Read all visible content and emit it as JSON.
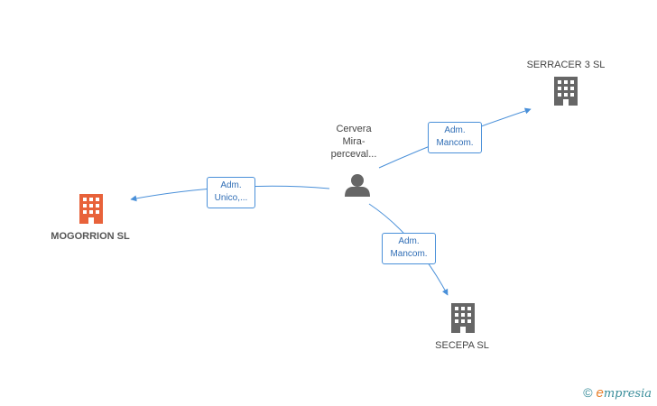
{
  "nodes": {
    "person": {
      "label_line1": "Cervera",
      "label_line2": "Mira-",
      "label_line3": "perceval...",
      "color": "#666666"
    },
    "serracer": {
      "label": "SERRACER 3 SL",
      "color": "#666666"
    },
    "mogorrion": {
      "label": "MOGORRION SL",
      "color": "#e8623a"
    },
    "secepa": {
      "label": "SECEPA SL",
      "color": "#666666"
    }
  },
  "edges": {
    "to_serracer": {
      "line1": "Adm.",
      "line2": "Mancom."
    },
    "to_mogorrion": {
      "line1": "Adm.",
      "line2": "Unico,..."
    },
    "to_secepa": {
      "line1": "Adm.",
      "line2": "Mancom."
    }
  },
  "colors": {
    "edge": "#4a90d9",
    "accent": "#e8623a",
    "building": "#666666"
  },
  "footer": {
    "copyright": "©",
    "brand_e": "e",
    "brand_rest": "mpresia"
  }
}
